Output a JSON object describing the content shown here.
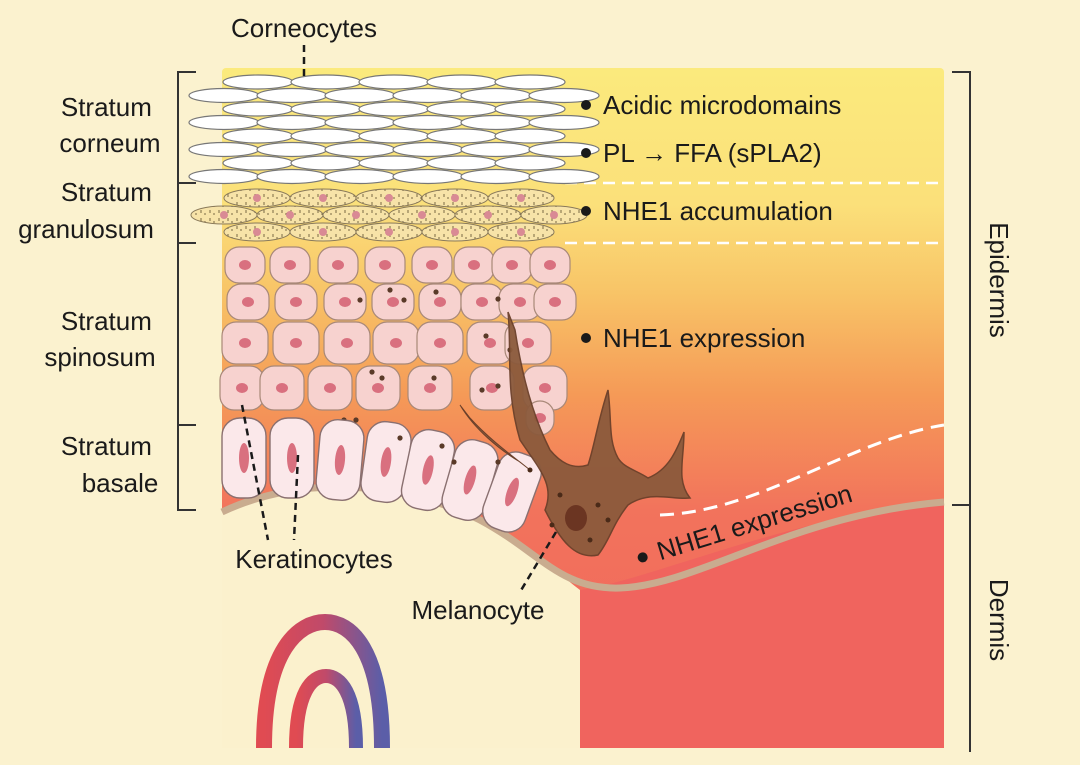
{
  "labels": {
    "corneocytes": "Corneocytes",
    "stratum_corneum": [
      "Stratum",
      "corneum"
    ],
    "stratum_granulosum": [
      "Stratum",
      "granulosum"
    ],
    "stratum_spinosum": [
      "Stratum",
      "spinosum"
    ],
    "stratum_basale": [
      "Stratum",
      "basale"
    ],
    "keratinocytes": "Keratinocytes",
    "melanocyte": "Melanocyte",
    "epidermis": "Epidermis",
    "dermis": "Dermis"
  },
  "annotations": {
    "acidic_microdomains": "Acidic microdomains",
    "pl_ffa": "PL → FFA (sPLA2)",
    "nhe1_accumulation": "NHE1 accumulation",
    "nhe1_expression_epidermis": "NHE1 expression",
    "nhe1_expression_dermis": "NHE1 expression"
  },
  "colors": {
    "background": "#fbf2cf",
    "gradient_top": "#fbe77a",
    "gradient_mid": "#f6a85a",
    "gradient_bottom": "#f1665e",
    "dermis_light": "#fbf1cd",
    "basement_membrane": "#c7a98c",
    "melanocyte": "#8b5a3c",
    "cell_fill": "#f6d3d2",
    "nucleus": "#d9707f",
    "vessel_red": "#e04b52",
    "vessel_blue": "#5b5ea8"
  }
}
